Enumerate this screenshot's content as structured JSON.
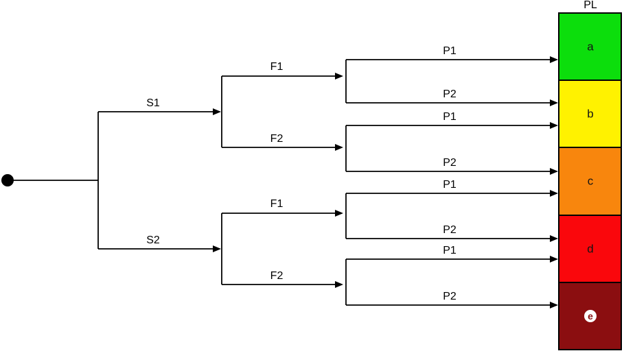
{
  "column_header": {
    "label": "PL"
  },
  "branch_labels": {
    "s": [
      "S1",
      "S2"
    ],
    "f": [
      "F1",
      "F2",
      "F1",
      "F2"
    ],
    "p": [
      "P1",
      "P2",
      "P1",
      "P2",
      "P1",
      "P2",
      "P1",
      "P2"
    ]
  },
  "outcomes": [
    {
      "label": "a",
      "color": "#0CDE0C"
    },
    {
      "label": "b",
      "color": "#FFF200"
    },
    {
      "label": "c",
      "color": "#F8860D"
    },
    {
      "label": "d",
      "color": "#FA070C"
    },
    {
      "label": "e",
      "color": "#8B0E10"
    }
  ],
  "routes": [
    {
      "path": "S1 > F1 > P1",
      "outcome": "a"
    },
    {
      "path": "S1 > F1 > P2",
      "outcome": "b"
    },
    {
      "path": "S1 > F2 > P1",
      "outcome": "b"
    },
    {
      "path": "S1 > F2 > P2",
      "outcome": "c"
    },
    {
      "path": "S2 > F1 > P1",
      "outcome": "c"
    },
    {
      "path": "S2 > F1 > P2",
      "outcome": "d"
    },
    {
      "path": "S2 > F2 > P1",
      "outcome": "d"
    },
    {
      "path": "S2 > F2 > P2",
      "outcome": "e"
    }
  ],
  "colors": {
    "line": "#000000",
    "background": "#ffffff"
  }
}
